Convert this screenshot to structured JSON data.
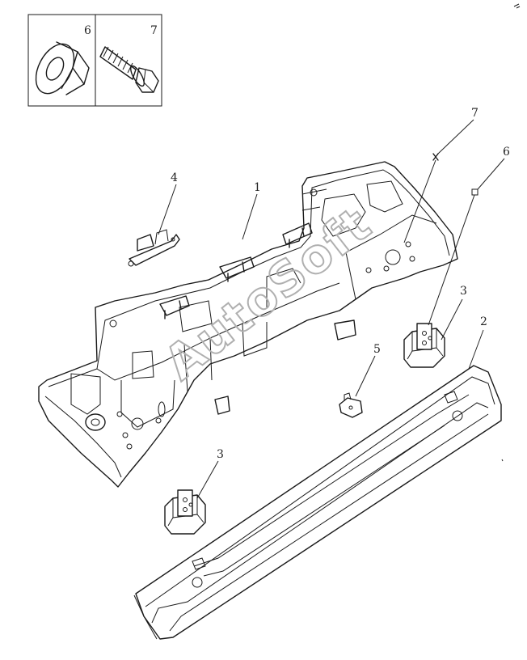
{
  "inset": {
    "items": [
      {
        "number": "6",
        "icon": "flange-nut-icon"
      },
      {
        "number": "7",
        "icon": "flange-bolt-icon"
      }
    ]
  },
  "callouts": {
    "panel": "1",
    "rail": "2",
    "mount_left": "3",
    "mount_right": "3",
    "clip_upper": "4",
    "clip_lower": "5",
    "nut": "6",
    "bolt": "7"
  },
  "watermark": "AutoSoft"
}
